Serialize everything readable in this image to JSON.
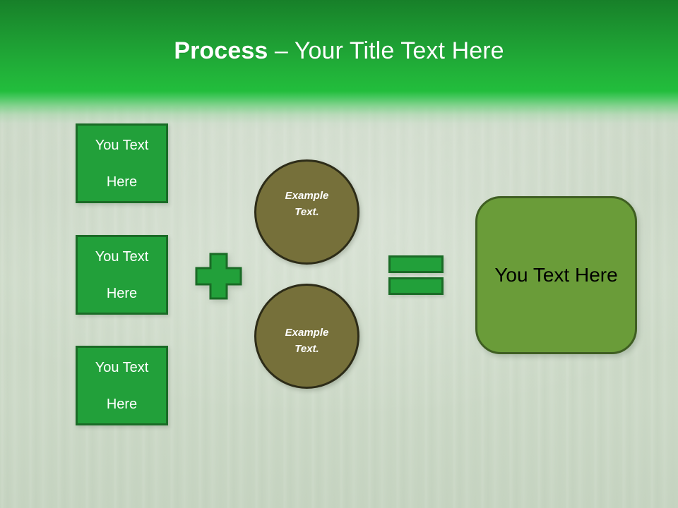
{
  "slide": {
    "title_bold": "Process",
    "title_rest": " – Your Title Text Here",
    "header_color": "#22b93b",
    "header_color_dark": "#178029",
    "background_color": "#cdd9c8"
  },
  "inputs": {
    "boxes": [
      {
        "line1": "You Text",
        "line2": "Here"
      },
      {
        "line1": "You Text",
        "line2": "Here"
      },
      {
        "line1": "You Text",
        "line2": "Here"
      }
    ],
    "fill_color": "#22a03a",
    "border_color": "#1a6b26"
  },
  "operators": {
    "plus_label": "+",
    "equals_label": "=",
    "fill_color": "#22a03a",
    "border_color": "#1a6b26"
  },
  "circles": [
    {
      "line1": "Example",
      "line2": "Text."
    },
    {
      "line1": "Example",
      "line2": "Text."
    }
  ],
  "circle_style": {
    "fill_color": "#76703a",
    "border_color": "#2d2c18"
  },
  "result": {
    "label": "You Text Here",
    "fill_color": "#6a9c39",
    "border_color": "#3f5e22",
    "text_color": "#000000"
  }
}
